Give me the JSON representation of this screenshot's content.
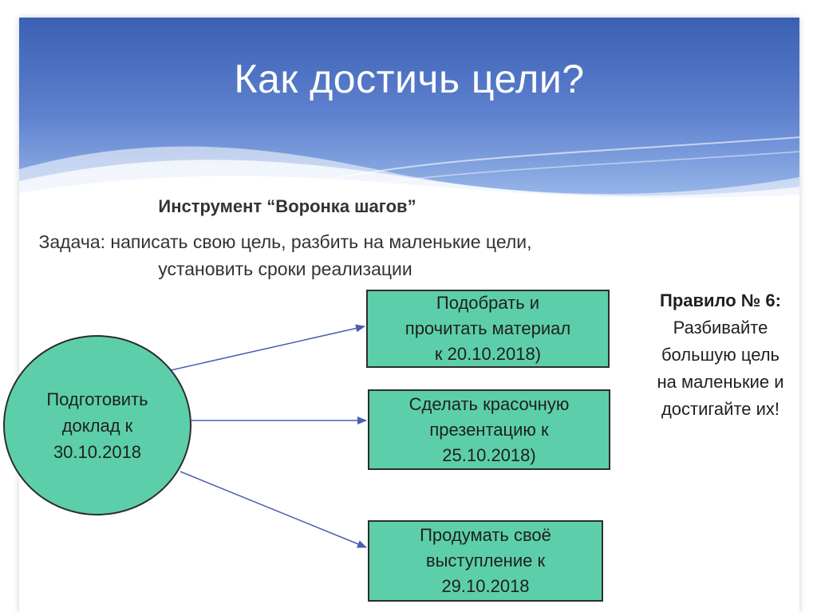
{
  "slide": {
    "title": "Как достичь цели?",
    "tool_title": "Инструмент “Воронка шагов”",
    "task_line1": "Задача: написать свою цель, разбить на маленькие цели,",
    "task_line2": "установить сроки реализации"
  },
  "diagram": {
    "goal": {
      "line1": "Подготовить",
      "line2": "доклад к",
      "line3": "30.10.2018"
    },
    "steps": [
      {
        "line1": "Подобрать и",
        "line2": "прочитать материал",
        "line3": "к 20.10.2018)"
      },
      {
        "line1": "Сделать красочную",
        "line2": "презентацию к",
        "line3": "25.10.2018)"
      },
      {
        "line1": "Продумать своё",
        "line2": "выступление к",
        "line3": "29.10.2018"
      }
    ]
  },
  "rule": {
    "title": "Правило № 6:",
    "line1": "Разбивайте",
    "line2": "большую цель",
    "line3": "на маленькие и",
    "line4": "достигайте их!"
  },
  "colors": {
    "header_top": "#3f63b5",
    "header_bottom": "#8fb0e6",
    "node_fill": "#5ccfaa",
    "arrow": "#4a5fb0"
  }
}
